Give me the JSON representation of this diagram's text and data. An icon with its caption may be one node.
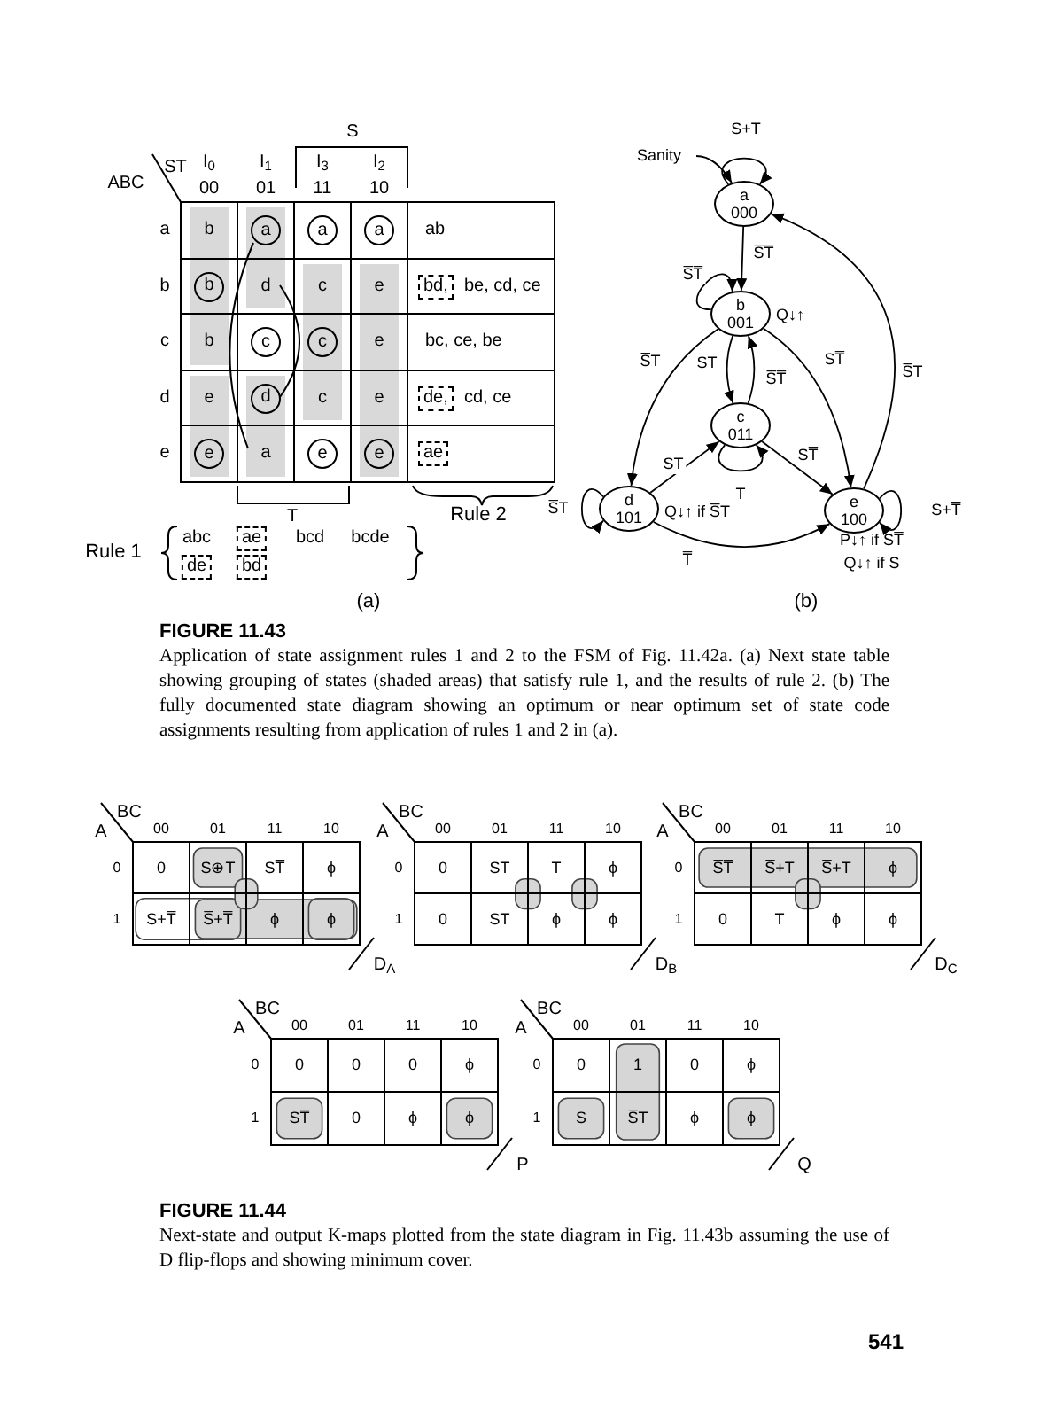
{
  "diagram": {
    "nodes": [
      {
        "text": [
          "Sanity"
        ]
      },
      {
        "text": [
          "a",
          "000"
        ]
      },
      {
        "text": [
          "b",
          "001"
        ],
        "beside": [
          "Q↓↑"
        ]
      },
      {
        "text": [
          "c",
          "011"
        ]
      },
      {
        "text": [
          "d",
          "101"
        ],
        "beside": [
          "Q↓↑ if S̅T"
        ]
      },
      {
        "text": [
          "e",
          "100"
        ],
        "beside": [
          "P↓↑ if ST̅",
          "Q↓↑ if S"
        ]
      }
    ],
    "edges": [
      {
        "from": 0,
        "to": 1,
        "arrow": "to"
      },
      {
        "from": 1,
        "to": 1,
        "arrow": "to",
        "label": "S+T"
      },
      {
        "from": 1,
        "to": 2,
        "arrow": "to",
        "label": "S̅T̅"
      },
      {
        "from": 2,
        "to": 2,
        "arrow": "to",
        "label": "S̅T̅"
      },
      {
        "from": 2,
        "to": 4,
        "arrow": "to",
        "label": "S̅T"
      },
      {
        "from": 2,
        "to": 3,
        "arrow": "to",
        "label": "ST"
      },
      {
        "from": 3,
        "to": 2,
        "arrow": "to",
        "label": "S̅T̅"
      },
      {
        "from": 2,
        "to": 5,
        "arrow": "to",
        "label": "ST̅"
      },
      {
        "from": 5,
        "to": 1,
        "arrow": "to",
        "label": "S̅T"
      },
      {
        "from": 3,
        "to": 3,
        "arrow": "to",
        "label": "T"
      },
      {
        "from": 4,
        "to": 3,
        "arrow": "to",
        "label": "ST"
      },
      {
        "from": 3,
        "to": 5,
        "arrow": "to",
        "label": "ST̅"
      },
      {
        "from": 4,
        "to": 4,
        "arrow": "to",
        "label": "S̅T"
      },
      {
        "from": 4,
        "to": 5,
        "arrow": "to",
        "label": "T̅"
      },
      {
        "from": 5,
        "to": 5,
        "arrow": "to",
        "label": "S+T̅"
      }
    ],
    "labels": [
      "S",
      "ST",
      "ABC",
      "I$_{0}$",
      "I$_{1}$",
      "I$_{3}$",
      "I$_{2}$",
      "00",
      "01",
      "11",
      "10",
      "a",
      "b",
      "a",
      "a",
      "a",
      "ab",
      "b",
      "b",
      "d",
      "c",
      "e",
      "bd,",
      "be, cd, ce",
      "c",
      "b",
      "c",
      "c",
      "e",
      "bc, ce, be",
      "d",
      "e",
      "d",
      "c",
      "e",
      "de,",
      "cd, ce",
      "e",
      "e",
      "a",
      "e",
      "e",
      "ae",
      "T",
      "Rule 2",
      "Rule 1",
      "abc",
      "ae",
      "bcd",
      "bcde",
      "de",
      "bd",
      "(a)",
      "(b)",
      "FIGURE 11.43",
      "Application of state assignment rules 1 and 2 to the FSM of Fig. 11.42a. (a) Next state table showing grouping of states (shaded areas) that satisfy rule 1, and the results of rule 2. (b) The fully documented state diagram showing an optimum or near optimum set of state code assignments resulting from application of rules 1 and 2 in (a).",
      "BC",
      "A",
      "00",
      "01",
      "11",
      "10",
      "0",
      "0",
      "S⊕T",
      "ST̅",
      "ϕ",
      "1",
      "S+T̅",
      "S̅+T̅",
      "ϕ",
      "ϕ",
      "D$_{A}$",
      "BC",
      "A",
      "00",
      "01",
      "11",
      "10",
      "0",
      "0",
      "ST",
      "T",
      "ϕ",
      "1",
      "0",
      "ST",
      "ϕ",
      "ϕ",
      "D$_{B}$",
      "BC",
      "A",
      "00",
      "01",
      "11",
      "10",
      "0",
      "S̅T̅",
      "S̅+T",
      "S̅+T",
      "ϕ",
      "1",
      "0",
      "T",
      "ϕ",
      "ϕ",
      "D$_{C}$",
      "BC",
      "A",
      "00",
      "01",
      "11",
      "10",
      "0",
      "0",
      "0",
      "0",
      "ϕ",
      "1",
      "ST̅",
      "0",
      "ϕ",
      "ϕ",
      "P",
      "BC",
      "A",
      "00",
      "01",
      "11",
      "10",
      "0",
      "0",
      "1",
      "0",
      "ϕ",
      "1",
      "S",
      "S̅T",
      "ϕ",
      "ϕ",
      "Q",
      "FIGURE 11.44",
      "Next-state and output K-maps plotted from the state diagram in Fig. 11.43b assuming the use of D flip-flops and showing minimum cover.",
      "541"
    ]
  }
}
